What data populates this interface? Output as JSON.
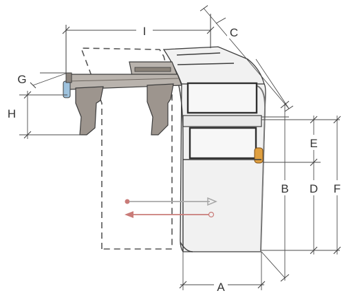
{
  "dimension_labels": {
    "A": "A",
    "B": "B",
    "C": "C",
    "D": "D",
    "E": "E",
    "F": "F",
    "G": "G",
    "H": "H",
    "I": "I"
  },
  "colors": {
    "cabinet": "#f1f1f1",
    "arm": "#b9b3ad",
    "handle": "#e0a040",
    "clamp": "#9fc3de",
    "arrow_gray": "#a8a8a8",
    "arrow_red": "#c97b78"
  }
}
